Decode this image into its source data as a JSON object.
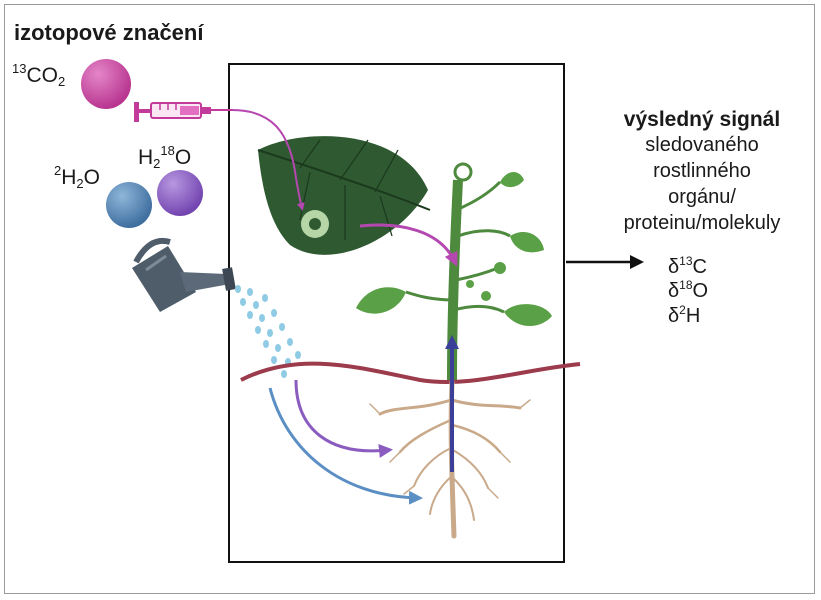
{
  "title": "izotopové značení",
  "labels": {
    "co2": {
      "sup": "13",
      "main": "CO",
      "sub": "2"
    },
    "h2o18": {
      "main": "H",
      "sub": "2",
      "sup": "18",
      "tail": "O"
    },
    "h2o2": {
      "sup": "2",
      "main": "H",
      "sub": "2",
      "tail": "O"
    }
  },
  "result": {
    "title": "výsledný signál",
    "lines": [
      "sledovaného",
      "rostlinného",
      "orgánu/",
      "proteinu/molekuly"
    ]
  },
  "deltas": [
    {
      "symbol": "δ",
      "sup": "13",
      "el": "C"
    },
    {
      "symbol": "δ",
      "sup": "18",
      "el": "O"
    },
    {
      "symbol": "δ",
      "sup": "2",
      "el": "H"
    }
  ],
  "colors": {
    "co2_ball": "#c23b9b",
    "h2o_ball_blue": "#4f7fb0",
    "h2o_ball_purple": "#8a5cc0",
    "magenta_arrow": "#b547b0",
    "purple_arrow": "#8a5cc0",
    "blue_arrow": "#5b8fc4",
    "soil_line": "#9b3b4b",
    "leaf_green": "#2f5a31",
    "stem_green": "#4e8a3e",
    "root_tan": "#c9a98a"
  }
}
